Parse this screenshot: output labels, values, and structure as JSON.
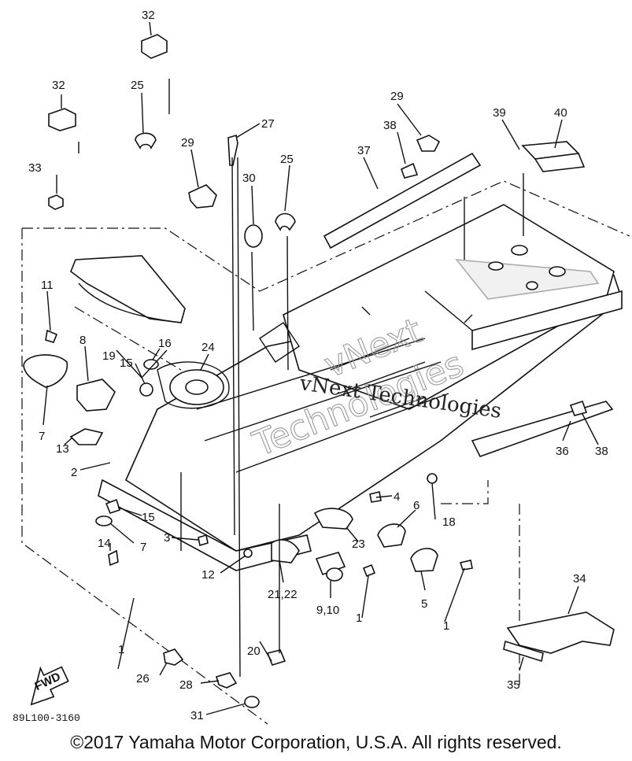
{
  "diagram": {
    "drawing_code": "89L100-3160",
    "watermark_line1": "vNext Technologies",
    "watermark_big1": "vNext",
    "watermark_big2": "Technologies",
    "fwd_label": "FWD",
    "callouts": [
      {
        "id": "c32a",
        "text": "32"
      },
      {
        "id": "c32b",
        "text": "32"
      },
      {
        "id": "c25a",
        "text": "25"
      },
      {
        "id": "c27",
        "text": "27"
      },
      {
        "id": "c29a",
        "text": "29"
      },
      {
        "id": "c38a",
        "text": "38"
      },
      {
        "id": "c39",
        "text": "39"
      },
      {
        "id": "c40",
        "text": "40"
      },
      {
        "id": "c33",
        "text": "33"
      },
      {
        "id": "c29b",
        "text": "29"
      },
      {
        "id": "c30",
        "text": "30"
      },
      {
        "id": "c25b",
        "text": "25"
      },
      {
        "id": "c37",
        "text": "37"
      },
      {
        "id": "c11a",
        "text": "11"
      },
      {
        "id": "c8",
        "text": "8"
      },
      {
        "id": "c19",
        "text": "19"
      },
      {
        "id": "c16",
        "text": "16"
      },
      {
        "id": "c24",
        "text": "24"
      },
      {
        "id": "c15a",
        "text": "15"
      },
      {
        "id": "c7a",
        "text": "7"
      },
      {
        "id": "c13",
        "text": "13"
      },
      {
        "id": "c2",
        "text": "2"
      },
      {
        "id": "c15b",
        "text": "15"
      },
      {
        "id": "c14",
        "text": "14"
      },
      {
        "id": "c7b",
        "text": "7"
      },
      {
        "id": "c3",
        "text": "3"
      },
      {
        "id": "c12",
        "text": "12"
      },
      {
        "id": "c4",
        "text": "4"
      },
      {
        "id": "c6",
        "text": "6"
      },
      {
        "id": "c18",
        "text": "18"
      },
      {
        "id": "c23",
        "text": "23"
      },
      {
        "id": "c2122",
        "text": "21,22"
      },
      {
        "id": "c910",
        "text": "9,10"
      },
      {
        "id": "c5",
        "text": "5"
      },
      {
        "id": "c1a",
        "text": "1"
      },
      {
        "id": "c1b",
        "text": "1"
      },
      {
        "id": "c1c",
        "text": "1"
      },
      {
        "id": "c36",
        "text": "36"
      },
      {
        "id": "c38b",
        "text": "38"
      },
      {
        "id": "c34",
        "text": "34"
      },
      {
        "id": "c35",
        "text": "35"
      },
      {
        "id": "c20",
        "text": "20"
      },
      {
        "id": "c26",
        "text": "26"
      },
      {
        "id": "c28",
        "text": "28"
      },
      {
        "id": "c31",
        "text": "31"
      }
    ]
  },
  "footer": {
    "copyright": "©2017 Yamaha Motor Corporation, U.S.A. All rights reserved."
  }
}
